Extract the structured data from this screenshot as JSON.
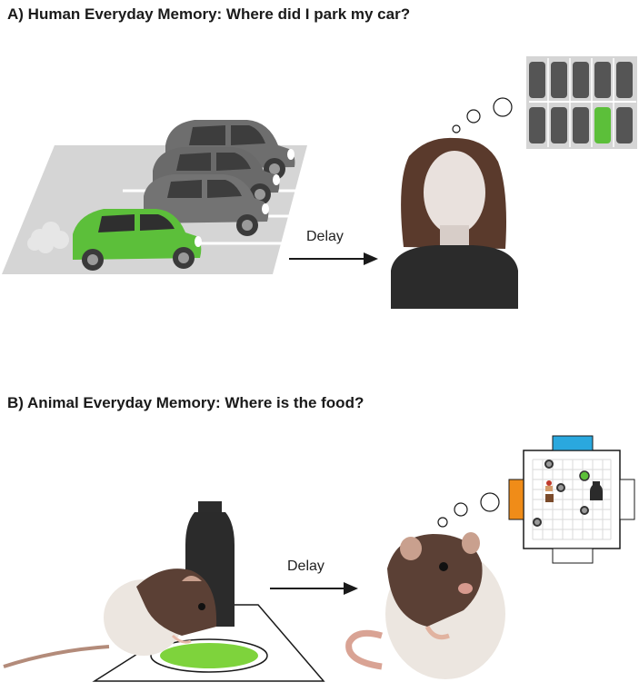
{
  "panel_a": {
    "title": "A)  Human Everyday Memory: Where did I park my car?",
    "delay_label": "Delay"
  },
  "panel_b": {
    "title": "B)  Animal Everyday Memory: Where is the food?",
    "delay_label": "Delay"
  },
  "colors": {
    "car_green": "#5cc13a",
    "car_grey": "#6f6f6f",
    "parking_lot": "#d4d4d4",
    "hair": "#5a3a2c",
    "skin": "#e8e0dc",
    "shirt": "#2b2b2b",
    "rat_brown": "#5b4035",
    "rat_white": "#ece6e0",
    "food_green": "#7ed33c",
    "arena_blue": "#2aa8de",
    "arena_orange": "#f08c18"
  }
}
